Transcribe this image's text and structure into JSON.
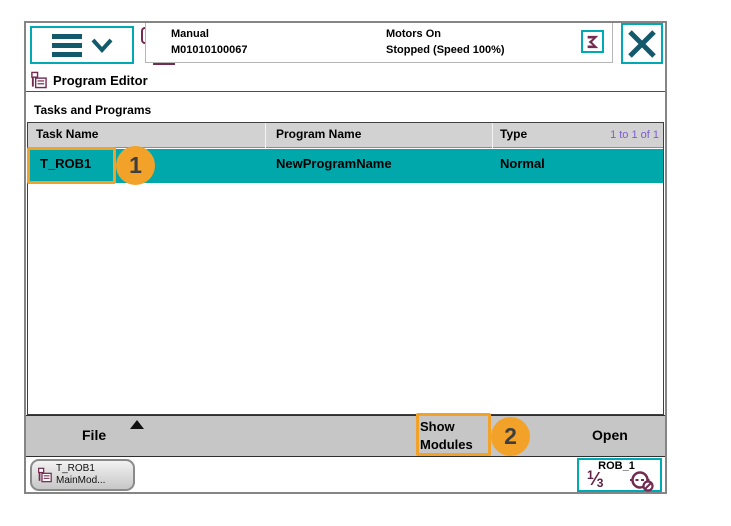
{
  "colors": {
    "accent_teal": "#00A9B4",
    "dark_teal_glyph": "#125A6B",
    "selected_row_teal": "#00A8AC",
    "maroon_icon": "#732B51",
    "annotation_orange": "#F2A229",
    "pagination_purple": "#7F5AD2",
    "toolbar_gray": "#C6C6C6",
    "table_header_gray": "#D2D2D2"
  },
  "status_bar": {
    "mode": "Manual",
    "controller_id": "M01010100067",
    "motors": "Motors On",
    "execution": "Stopped (Speed 100%)"
  },
  "title_bar": {
    "title": "Program Editor"
  },
  "content": {
    "section_title": "Tasks and Programs",
    "table": {
      "columns": {
        "task": "Task Name",
        "program": "Program Name",
        "type": "Type"
      },
      "pagination": "1 to 1 of 1",
      "row": {
        "task": "T_ROB1",
        "program": "NewProgramName",
        "type": "Normal",
        "selected": true
      }
    }
  },
  "toolbar": {
    "file": "File",
    "show_modules_line1": "Show",
    "show_modules_line2": "Modules",
    "open": "Open"
  },
  "taskbar": {
    "task_button_line1": "T_ROB1",
    "task_button_line2": "MainMod...",
    "quickset": {
      "unit": "ROB_1",
      "speed_numerator": "1",
      "speed_denominator": "3"
    }
  },
  "annotations": {
    "step1": "1",
    "step2": "2"
  }
}
